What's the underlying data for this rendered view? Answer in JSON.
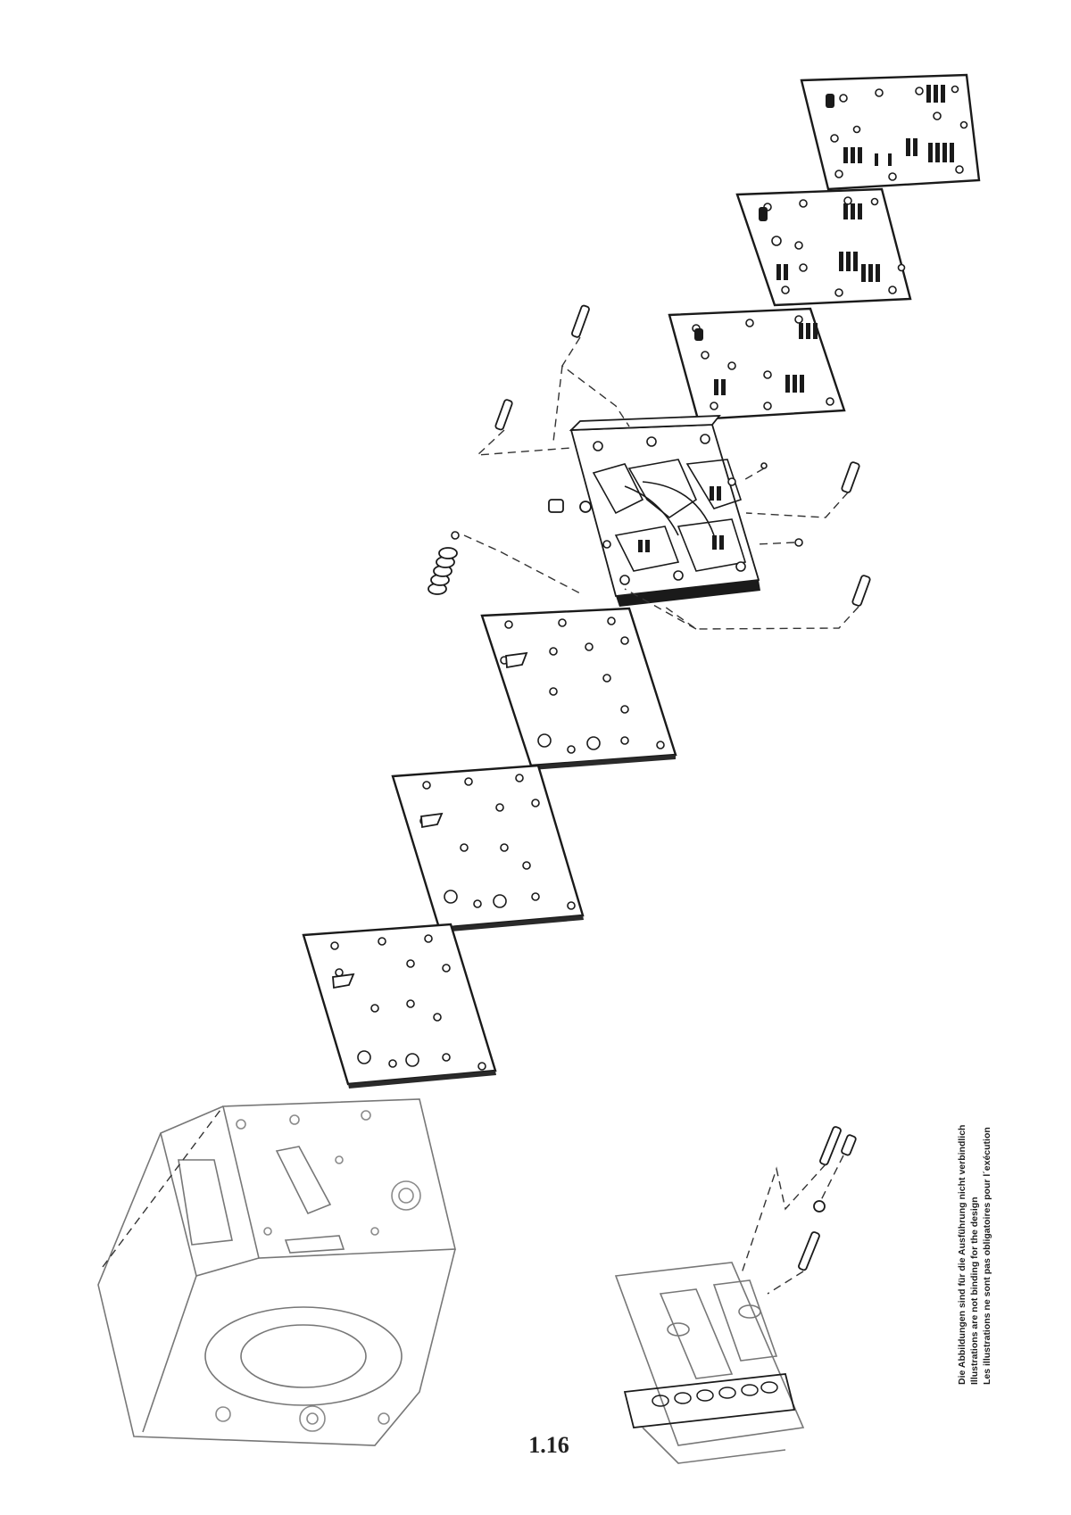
{
  "page": {
    "page_number": "1.16",
    "disclaimer": {
      "de": "Die Abbildungen sind für die Ausführung nicht verbindlich",
      "en": "Illustrations are not binding for the design",
      "fr": "Les illustrations ne sont pas obligatoires pour l´exécution"
    }
  },
  "diagram": {
    "subject": "exploded view of transmission hydraulic control unit",
    "components": [
      "housing",
      "intermediate-plate",
      "intermediate-plate",
      "intermediate-plate",
      "valve-body",
      "spring",
      "screws",
      "separator-plate",
      "separator-plate",
      "separator-plate",
      "assembled-valve-unit"
    ]
  }
}
